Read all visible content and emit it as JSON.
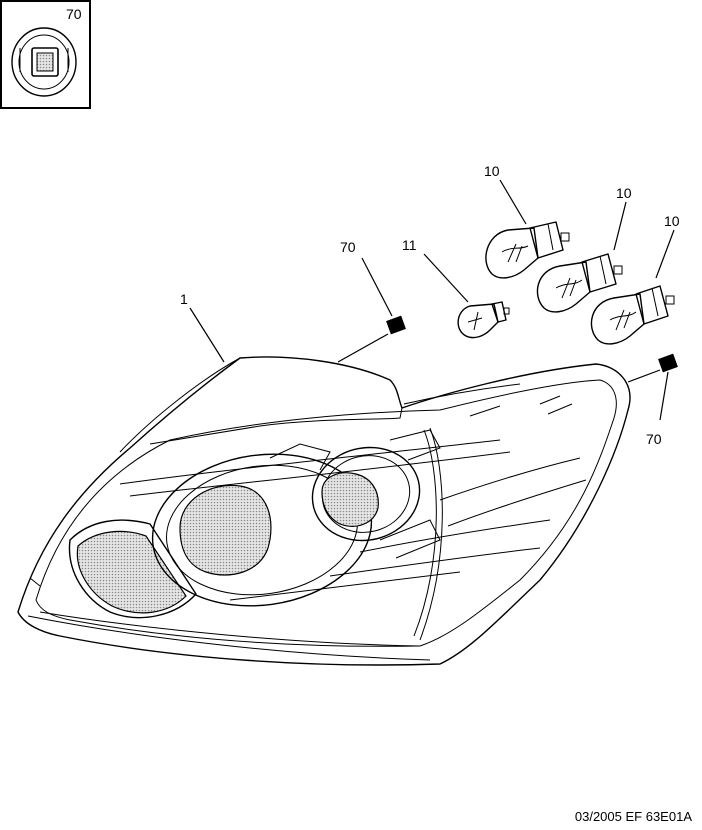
{
  "inset": {
    "label": "70"
  },
  "callouts": {
    "headlamp": "1",
    "bulb_large_1": "10",
    "bulb_large_2": "10",
    "bulb_large_3": "10",
    "bulb_small": "11",
    "clip_upper": "70",
    "clip_right": "70"
  },
  "footer": {
    "date": "03/2005",
    "ref": "EF 63E01A"
  },
  "colors": {
    "line": "#000000",
    "lens_fill": "#cfcfcf",
    "background": "#ffffff"
  }
}
